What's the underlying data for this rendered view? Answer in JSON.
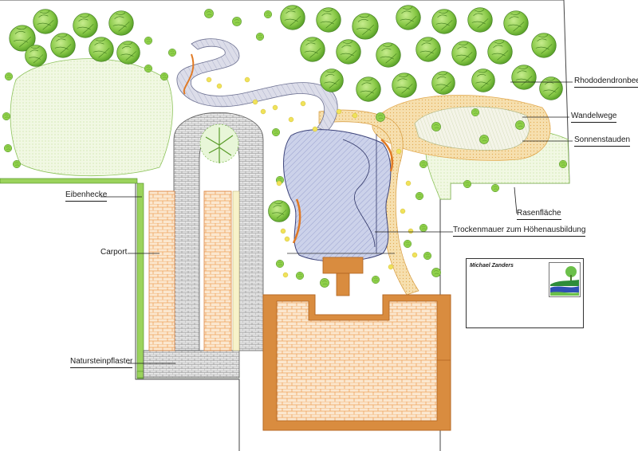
{
  "labels": {
    "rhododendronbeet": "Rhododendronbeet",
    "wandelwege": "Wandelwege",
    "sonnenstauden": "Sonnenstauden",
    "rasenflaeche": "Rasenfläche",
    "trockenmauer": "Trockenmauer zum Höhenausbildung",
    "eibenhecke": "Eibenhecke",
    "carport": "Carport",
    "natursteinpflaster": "Natursteinpflaster"
  },
  "title_block": {
    "author": "Michael Zanders",
    "logo_icon": "landscape-logo-icon"
  },
  "colors": {
    "tree_green": "#7cc43a",
    "tree_light": "#b9e27a",
    "lawn": "#eef7dd",
    "water": "#c7cde8",
    "path_stone": "#d8d8e6",
    "wege": "#f4d9a8",
    "orange_paving": "#f4a35a",
    "wood": "#d98c3f",
    "wall_gray": "#9a9a9a"
  }
}
